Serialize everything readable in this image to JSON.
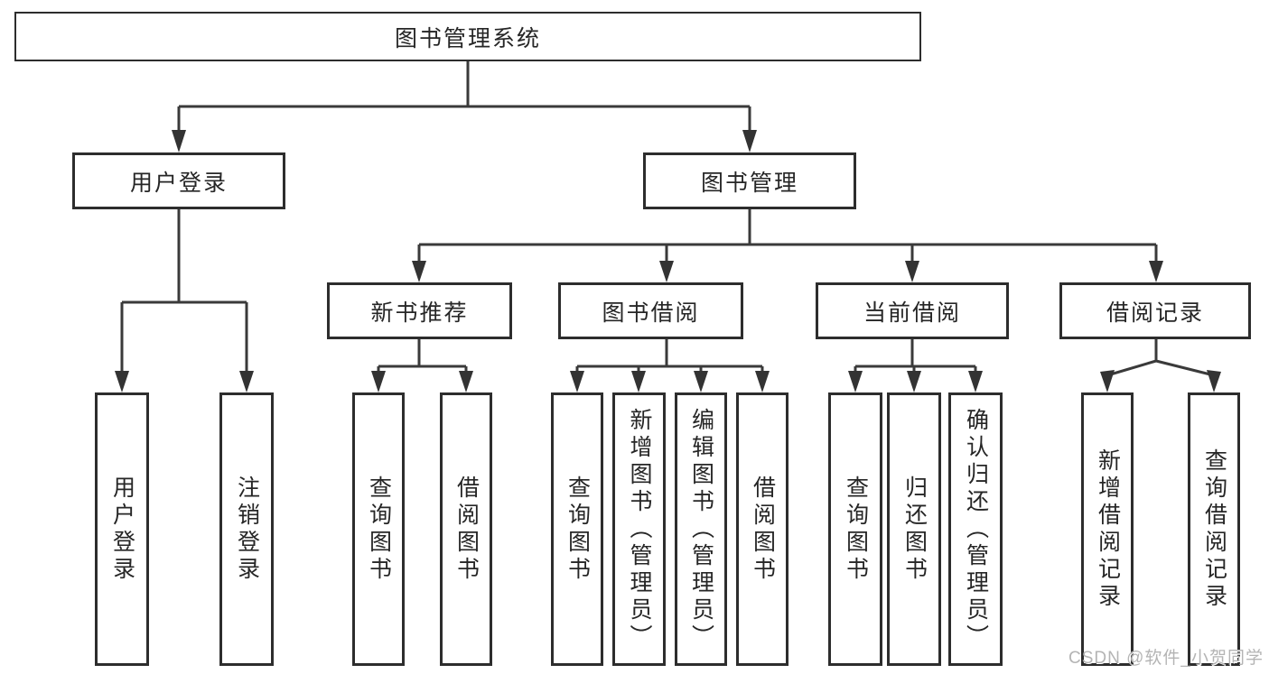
{
  "diagram": {
    "root": {
      "label": "图书管理系统"
    },
    "branches": [
      {
        "label": "用户登录",
        "children": [
          {
            "label": "用户登录"
          },
          {
            "label": "注销登录"
          }
        ]
      },
      {
        "label": "图书管理",
        "children": [
          {
            "label": "新书推荐",
            "children": [
              {
                "label": "查询图书"
              },
              {
                "label": "借阅图书"
              }
            ]
          },
          {
            "label": "图书借阅",
            "children": [
              {
                "label": "查询图书"
              },
              {
                "label": "新增图书（管理员）"
              },
              {
                "label": "编辑图书（管理员）"
              },
              {
                "label": "借阅图书"
              }
            ]
          },
          {
            "label": "当前借阅",
            "children": [
              {
                "label": "查询图书"
              },
              {
                "label": "归还图书"
              },
              {
                "label": "确认归还（管理员）"
              }
            ]
          },
          {
            "label": "借阅记录",
            "children": [
              {
                "label": "新增借阅记录"
              },
              {
                "label": "查询借阅记录"
              }
            ]
          }
        ]
      }
    ]
  },
  "watermark": {
    "text": "CSDN @软件_小贺同学"
  },
  "colors": {
    "background": "#ffffff",
    "border": "#2d2d2d",
    "line": "#3a3a3a",
    "arrow": "#333333",
    "text": "#262626",
    "watermark": "#b4b4b4"
  }
}
